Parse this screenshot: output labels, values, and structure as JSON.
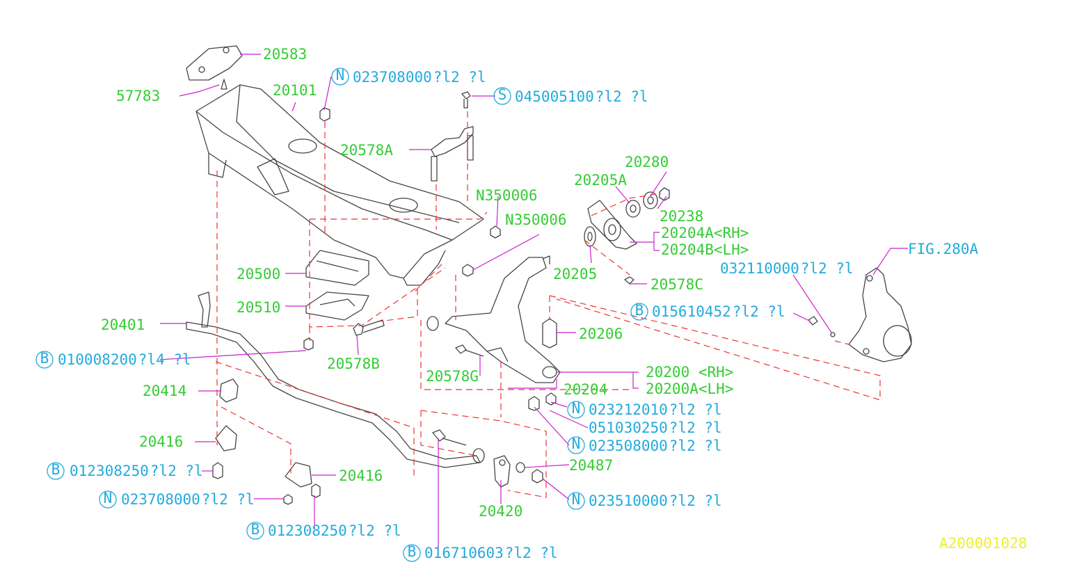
{
  "diagram": {
    "figure_id": "A200001028",
    "labels": {
      "p20583": "20583",
      "p57783": "57783",
      "p20101": "20101",
      "n_023708000_top": "023708000",
      "n_023708000_top_suffix": "?l2   ?l",
      "s_045005100": "045005100",
      "s_045005100_suffix": "?l2   ?l",
      "p20578A": "20578A",
      "p20280": "20280",
      "p20205A": "20205A",
      "pN350006a": "N350006",
      "pN350006b": "N350006",
      "p20238": "20238",
      "p20204A": "20204A<RH>",
      "p20204B": "20204B<LH>",
      "fig280A": "FIG.280A",
      "p20500": "20500",
      "p20205": "20205",
      "p20578C": "20578C",
      "p032110000": "032110000",
      "p032110000_suffix": "?l2   ?l",
      "p20510": "20510",
      "b_015610452": "015610452",
      "b_015610452_suffix": "?l2   ?l",
      "p20401": "20401",
      "p20206": "20206",
      "b_010008200": "010008200",
      "b_010008200_suffix": "?l4   ?l",
      "p20578B": "20578B",
      "p20200": "20200  <RH>",
      "p20578G": "20578G",
      "p20204": "20204",
      "p20200A": "20200A<LH>",
      "p20414": "20414",
      "n_023212010": "023212010",
      "n_023212010_suffix": "?l2   ?l",
      "p051030250": "051030250",
      "p051030250_suffix": "?l2   ?l",
      "p20416a": "20416",
      "n_023508000": "023508000",
      "n_023508000_suffix": "?l2   ?l",
      "b_012308250a": "012308250",
      "b_012308250a_suffix": "?l2  ?l",
      "p20416b": "20416",
      "p20487": "20487",
      "n_023708000_bot": "023708000",
      "n_023708000_bot_suffix": "?l2   ?l",
      "n_023510000": "023510000",
      "n_023510000_suffix": "?l2   ?l",
      "p20420": "20420",
      "b_012308250b": "012308250",
      "b_012308250b_suffix": "?l2   ?l",
      "b_016710603": "016710603",
      "b_016710603_suffix": "?l2   ?l"
    },
    "badges": {
      "N": "N",
      "S": "S",
      "B": "B"
    },
    "colors": {
      "part_number": "#33cc33",
      "standard_part": "#22aadd",
      "leader": "#cc22cc",
      "dash_line": "#ee3333",
      "figure_id": "#eeee33"
    }
  }
}
